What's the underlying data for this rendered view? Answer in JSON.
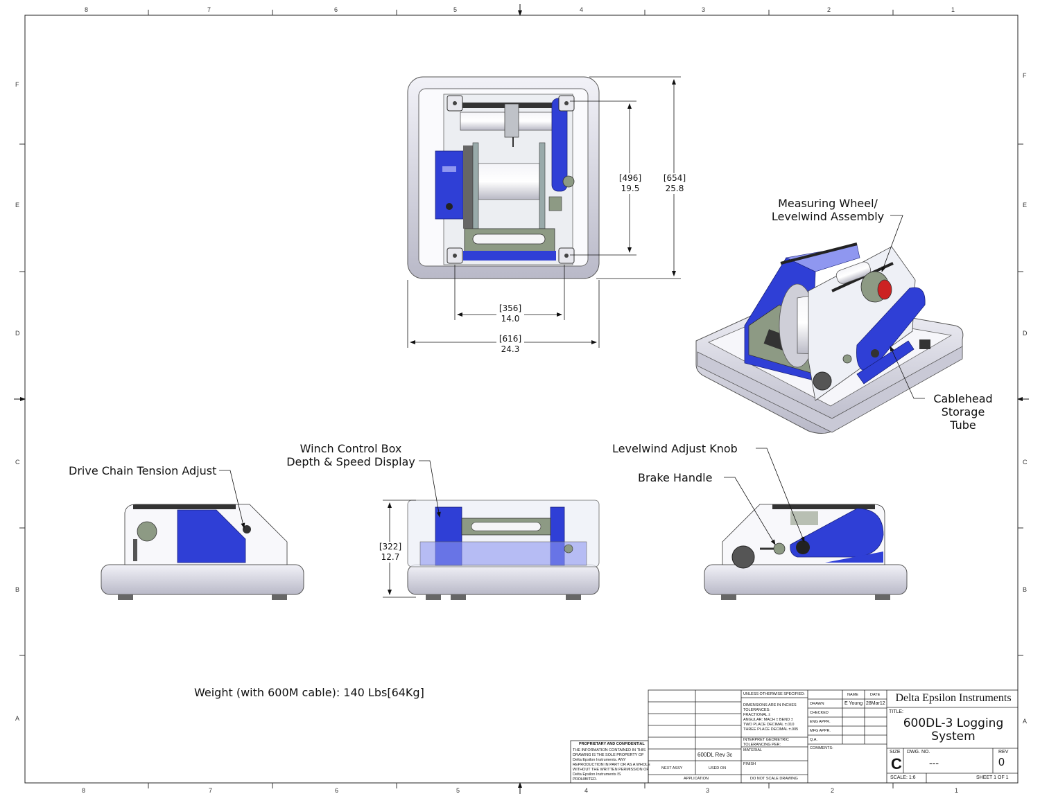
{
  "zones": {
    "columns": [
      "8",
      "7",
      "6",
      "5",
      "4",
      "3",
      "2",
      "1"
    ],
    "rows": [
      "F",
      "E",
      "D",
      "C",
      "B",
      "A"
    ]
  },
  "callouts": {
    "measuring_wheel_1": "Measuring Wheel/",
    "measuring_wheel_2": "Levelwind Assembly",
    "cablehead_1": "Cablehead",
    "cablehead_2": "Storage",
    "cablehead_3": "Tube",
    "winch_control_1": "Winch Control Box",
    "winch_control_2": "Depth & Speed Display",
    "drive_chain": "Drive Chain Tension Adjust",
    "levelwind_knob": "Levelwind Adjust Knob",
    "brake_handle": "Brake Handle"
  },
  "dimensions": {
    "d496_mm": "[496]",
    "d496_in": "19.5",
    "d654_mm": "[654]",
    "d654_in": "25.8",
    "d356_mm": "[356]",
    "d356_in": "14.0",
    "d616_mm": "[616]",
    "d616_in": "24.3",
    "d322_mm": "[322]",
    "d322_in": "12.7"
  },
  "weight": "Weight (with 600M cable): 140 Lbs[64Kg]",
  "title_block": {
    "company": "Delta Epsilon Instruments",
    "title_label": "TITLE:",
    "title_1": "600DL-3 Logging",
    "title_2": "System",
    "size_label": "SIZE",
    "size": "C",
    "dwg_no_label": "DWG. NO.",
    "dwg_no": "---",
    "rev_label": "REV",
    "rev": "0",
    "scale": "SCALE: 1:6",
    "sheet": "SHEET 1 OF 1",
    "name_header": "NAME",
    "date_header": "DATE",
    "drawn_label": "DRAWN",
    "drawn_name": "E Young",
    "drawn_date": "28Mar12",
    "checked": "CHECKED",
    "eng_appr": "ENG APPR.",
    "mfg_appr": "MFG APPR.",
    "qa": "Q.A.",
    "comments": "COMMENTS:",
    "unless": "UNLESS OTHERWISE SPECIFIED:",
    "dims_1": "DIMENSIONS ARE IN INCHES",
    "dims_2": "TOLERANCES:",
    "dims_3": "FRACTIONAL ±",
    "dims_4": "ANGULAR: MACH ±    BEND ±",
    "dims_5": "TWO PLACE DECIMAL    ±.010",
    "dims_6": "THREE PLACE DECIMAL  ±.005",
    "interpret_1": "INTERPRET GEOMETRIC",
    "interpret_2": "TOLERANCING PER:",
    "material": "MATERIAL",
    "finish": "FINISH",
    "do_not_scale": "DO NOT SCALE DRAWING",
    "used_on_value": "600DL Rev 3c",
    "next_assy": "NEXT ASSY",
    "used_on": "USED ON",
    "application": "APPLICATION",
    "prop_title": "PROPRIETARY AND CONFIDENTIAL",
    "prop_1": "THE INFORMATION CONTAINED IN THIS",
    "prop_2": "DRAWING IS THE SOLE PROPERTY OF",
    "prop_3": "Delta Epsilon Instruments. ANY",
    "prop_4": "REPRODUCTION IN PART OR AS A WHOLE",
    "prop_5": "WITHOUT THE WRITTEN PERMISSION OF",
    "prop_6": "Delta Epsilon Instruments IS",
    "prop_7": "PROHIBITED."
  },
  "colors": {
    "blue": "#2f3fd6",
    "blue_light": "#8f97f0",
    "frame": "#c8c8d4",
    "metal": "#dcdce6",
    "green": "#8d9a84"
  }
}
